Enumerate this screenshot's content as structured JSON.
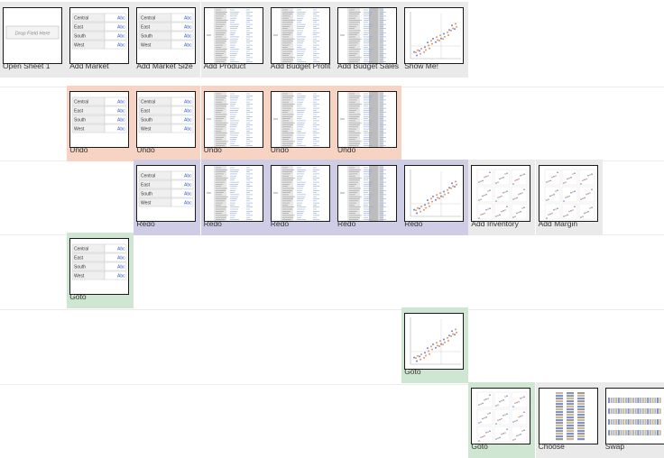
{
  "rows": [
    {
      "cells": [
        {
          "label": "Open Sheet 1",
          "thumb": "empty",
          "bg": "gray"
        },
        {
          "label": "Add Market",
          "thumb": "table",
          "bg": "gray"
        },
        {
          "label": "Add Market Size",
          "thumb": "table",
          "bg": "gray"
        },
        {
          "label": "Add Product",
          "thumb": "list",
          "bg": "gray"
        },
        {
          "label": "Add Budget Profit",
          "thumb": "list",
          "bg": "gray"
        },
        {
          "label": "Add Budget Sales",
          "thumb": "list-dark",
          "bg": "gray"
        },
        {
          "label": "Show Me!",
          "thumb": "scatter",
          "bg": "gray"
        }
      ]
    },
    {
      "cells": [
        {
          "label": "Undo",
          "thumb": "table",
          "bg": "pink"
        },
        {
          "label": "Undo",
          "thumb": "table",
          "bg": "pink"
        },
        {
          "label": "Undo",
          "thumb": "list",
          "bg": "pink"
        },
        {
          "label": "Undo",
          "thumb": "list",
          "bg": "pink"
        },
        {
          "label": "Undo",
          "thumb": "list-dark",
          "bg": "pink"
        }
      ]
    },
    {
      "cells": [
        {
          "label": "Redo",
          "thumb": "table",
          "bg": "purple"
        },
        {
          "label": "Redo",
          "thumb": "list",
          "bg": "purple"
        },
        {
          "label": "Redo",
          "thumb": "list",
          "bg": "purple"
        },
        {
          "label": "Redo",
          "thumb": "list-dark",
          "bg": "purple"
        },
        {
          "label": "Redo",
          "thumb": "scatter",
          "bg": "purple"
        },
        {
          "label": "Add Inventory",
          "thumb": "matrix",
          "bg": "gray"
        },
        {
          "label": "Add Margin",
          "thumb": "matrix",
          "bg": "gray"
        }
      ]
    },
    {
      "cells": [
        {
          "label": "Goto",
          "thumb": "table",
          "bg": "green"
        }
      ]
    },
    {
      "cells": [
        {
          "label": "Goto",
          "thumb": "scatter",
          "bg": "green"
        }
      ]
    },
    {
      "cells": [
        {
          "label": "Goto",
          "thumb": "matrix",
          "bg": "green"
        },
        {
          "label": "Choose",
          "thumb": "bars",
          "bg": "gray"
        },
        {
          "label": "Swap",
          "thumb": "strips",
          "bg": "gray"
        }
      ]
    }
  ],
  "thumb_text": {
    "empty_placeholder": "Drop Field Here",
    "table_rows": [
      "Central",
      "East",
      "South",
      "West"
    ],
    "table_value": "Abc"
  }
}
